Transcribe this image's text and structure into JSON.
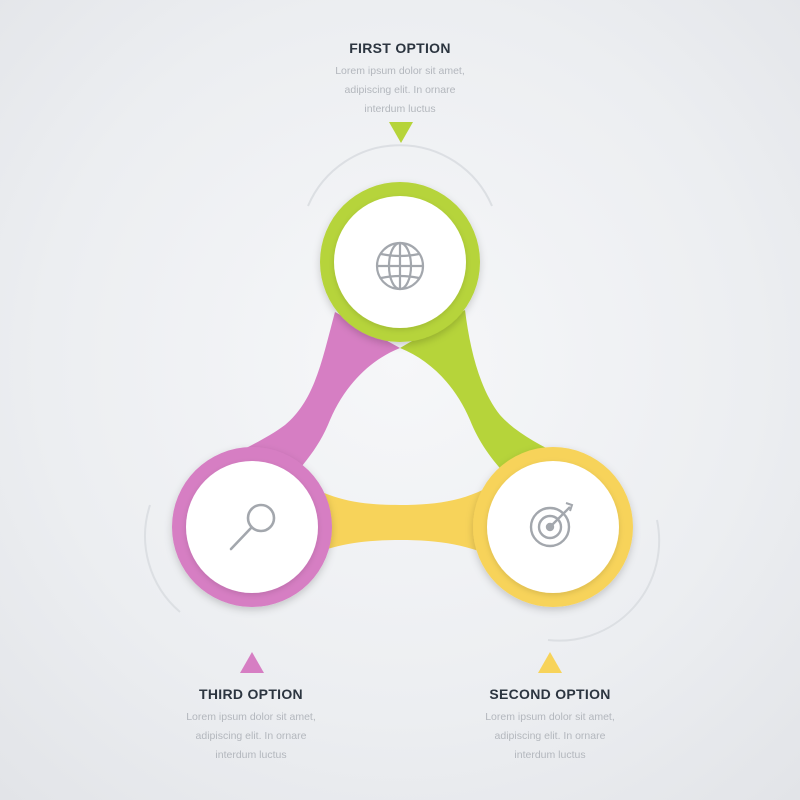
{
  "options": [
    {
      "id": "first",
      "title": "FIRST OPTION",
      "description": "Lorem ipsum dolor sit amet,\nadipiscing elit. In ornare\ninterdum luctus",
      "color": "#b6d43a",
      "icon": "globe-icon"
    },
    {
      "id": "second",
      "title": "SECOND OPTION",
      "description": "Lorem ipsum dolor sit amet,\nadipiscing elit. In ornare\ninterdum luctus",
      "color": "#f7d35a",
      "icon": "target-icon"
    },
    {
      "id": "third",
      "title": "THIRD OPTION",
      "description": "Lorem ipsum dolor sit amet,\nadipiscing elit. In ornare\ninterdum luctus",
      "color": "#d67ec3",
      "icon": "magnifier-icon"
    }
  ]
}
